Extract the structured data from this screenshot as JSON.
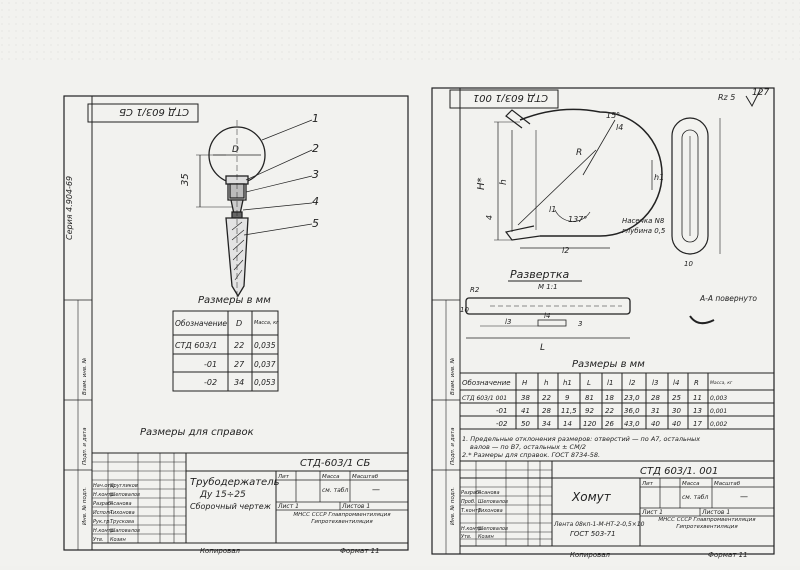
{
  "left_sheet": {
    "corner_code": "СТД 603/1 СБ",
    "series_label": "Серия 4.904-69",
    "dimension_35": "35",
    "diameter_label": "D",
    "callouts": [
      "1",
      "2",
      "3",
      "4",
      "5"
    ],
    "table_title": "Размеры в мм",
    "table_headers": [
      "Обозначение",
      "D",
      "Масса, кг"
    ],
    "table_rows": [
      [
        "СТД 603/1",
        "22",
        "0,035"
      ],
      [
        "-01",
        "27",
        "0,037"
      ],
      [
        "-02",
        "34",
        "0,053"
      ]
    ],
    "note": "Размеры для справок",
    "stamp": {
      "code": "СТД-603/1 СБ",
      "title_line1": "Трубодержатель",
      "title_line2": "Ду 15÷25",
      "title_line3": "Сборочный чертеж",
      "col_lit": "Лит",
      "col_mass": "Масса",
      "col_scale": "Масштаб",
      "mass_value": "см. табл",
      "scale_value": "—",
      "sheet": "Лист 1",
      "sheets": "Листов 1",
      "org": "МНСС СССР Главпромвентиляция Гипротехвентиляция",
      "copied": "Копировал",
      "format": "Формат 11",
      "roles": [
        "Нач.отд.",
        "Н.контр.",
        "Разраб.",
        "Исполн.",
        "Рук.гр.",
        "Н.контр.",
        "Утв."
      ],
      "names": [
        "Кругликов",
        "Шеповалов",
        "Асанова",
        "Тихонова",
        "Трускова",
        "Шаповалов",
        "Козин"
      ]
    },
    "side_labels": [
      "Взам. инв. №",
      "Подп. и дата",
      "Инв. № подл."
    ]
  },
  "right_sheet": {
    "corner_code": "СТД 603/1 001",
    "page_number": "127",
    "roughness": "Rz 5",
    "angle": "137°",
    "radius_label": "R",
    "label_15": "15°",
    "dims": {
      "H": "H*",
      "h": "h",
      "h1": "h1",
      "l1": "l1",
      "l2": "l2",
      "l3": "l3",
      "l4": "l4",
      "b": "10",
      "four": "4",
      "r": "R2",
      "three": "3",
      "L": "L",
      "ten": "10"
    },
    "marking_note_1": "Насечка N8",
    "marking_note_2": "глубина 0,5",
    "razvertka": "Развертка",
    "scale": "М 1:1",
    "view": "А-А повернуто",
    "table_title": "Размеры в мм",
    "table_headers": [
      "Обозначение",
      "H",
      "h",
      "h1",
      "L",
      "l1",
      "l2",
      "l3",
      "l4",
      "R",
      "Масса, кг"
    ],
    "table_rows": [
      [
        "СТД 603/1 001",
        "38",
        "22",
        "9",
        "81",
        "18",
        "23,0",
        "28",
        "25",
        "11",
        "0,003"
      ],
      [
        "-01",
        "41",
        "28",
        "11,5",
        "92",
        "22",
        "36,0",
        "31",
        "30",
        "13",
        "0,001"
      ],
      [
        "-02",
        "50",
        "34",
        "14",
        "120",
        "26",
        "43,0",
        "40",
        "40",
        "17",
        "0,002"
      ]
    ],
    "notes": [
      "1. Предельные отклонения размеров: отверстий — по А7, остальных",
      "валов — по В7, остальных ± CM/2",
      "2.* Размеры для справок. ГОСТ 8734-58."
    ],
    "stamp": {
      "code": "СТД 603/1. 001",
      "title": "Хомут",
      "material_line1": "Лента 08кп-1-М-НТ-2-0,5×10",
      "material_line2": "ГОСТ 503-71",
      "col_lit": "Лит",
      "col_mass": "Масса",
      "col_scale": "Масштаб",
      "mass_value": "см. табл",
      "scale_value": "—",
      "sheet": "Лист 1",
      "sheets": "Листов 1",
      "org": "МНСС СССР Главпромвентиляция Гипротехвентиляция",
      "copied": "Копировал",
      "format": "Формат 11",
      "roles": [
        "Разраб.",
        "Проб.",
        "Т.контр.",
        "Н.контр.",
        "Утв."
      ],
      "names": [
        "Асанова",
        "Шеповалов",
        "Тихонова",
        "Шеповалов",
        "Козин"
      ]
    },
    "side_labels": [
      "Взам. инв. №",
      "Подп. и дата",
      "Инв. № подл."
    ]
  }
}
